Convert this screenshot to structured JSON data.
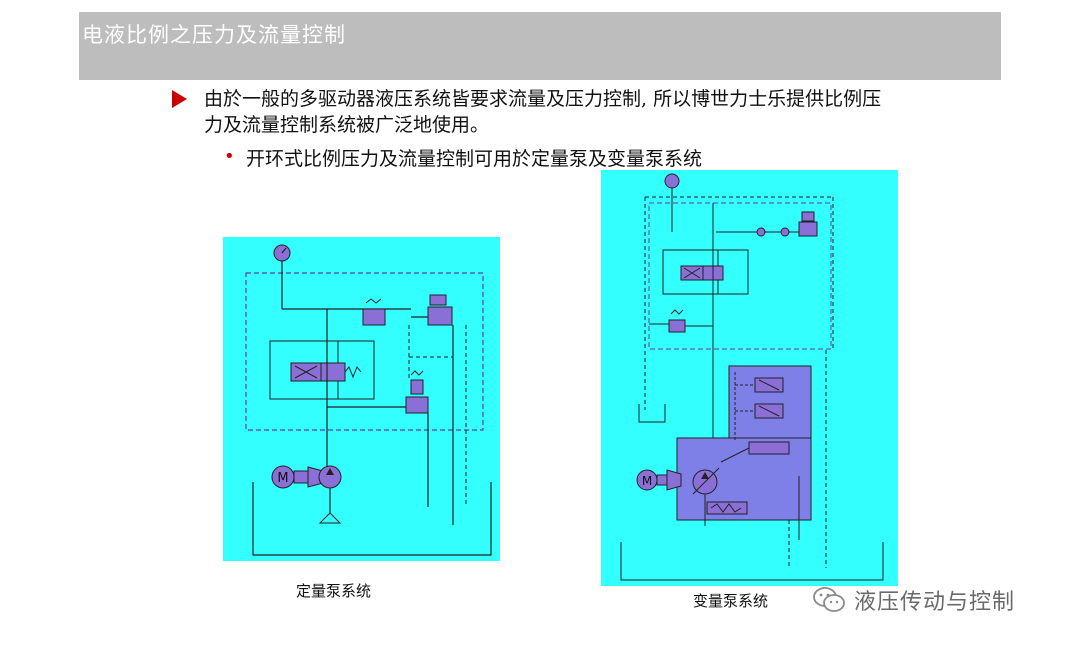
{
  "slide": {
    "title": "电液比例之压力及流量控制",
    "bullet_main": "由於一般的多驱动器液压系统皆要求流量及压力控制, 所以博世力士乐提供比例压力及流量控制系统被广泛地使用。",
    "bullet_sub": "开环式比例压力及流量控制可用於定量泵及变量泵系统"
  },
  "diagrams": {
    "left": {
      "caption": "定量泵系统",
      "motor_label": "M"
    },
    "right": {
      "caption": "变量泵系统",
      "motor_label": "M"
    }
  },
  "watermark": {
    "text": "液压传动与控制",
    "icon": "wechat-icon"
  },
  "colors": {
    "title_bar": "#bdbdbd",
    "bullet_red": "#cc0000",
    "diagram_bg": "#33ffff",
    "component_purple": "#8a6fd6",
    "pump_box": "#7f7fe8",
    "line_dark": "#222222",
    "frame_dashed": "#6a3aa0"
  }
}
